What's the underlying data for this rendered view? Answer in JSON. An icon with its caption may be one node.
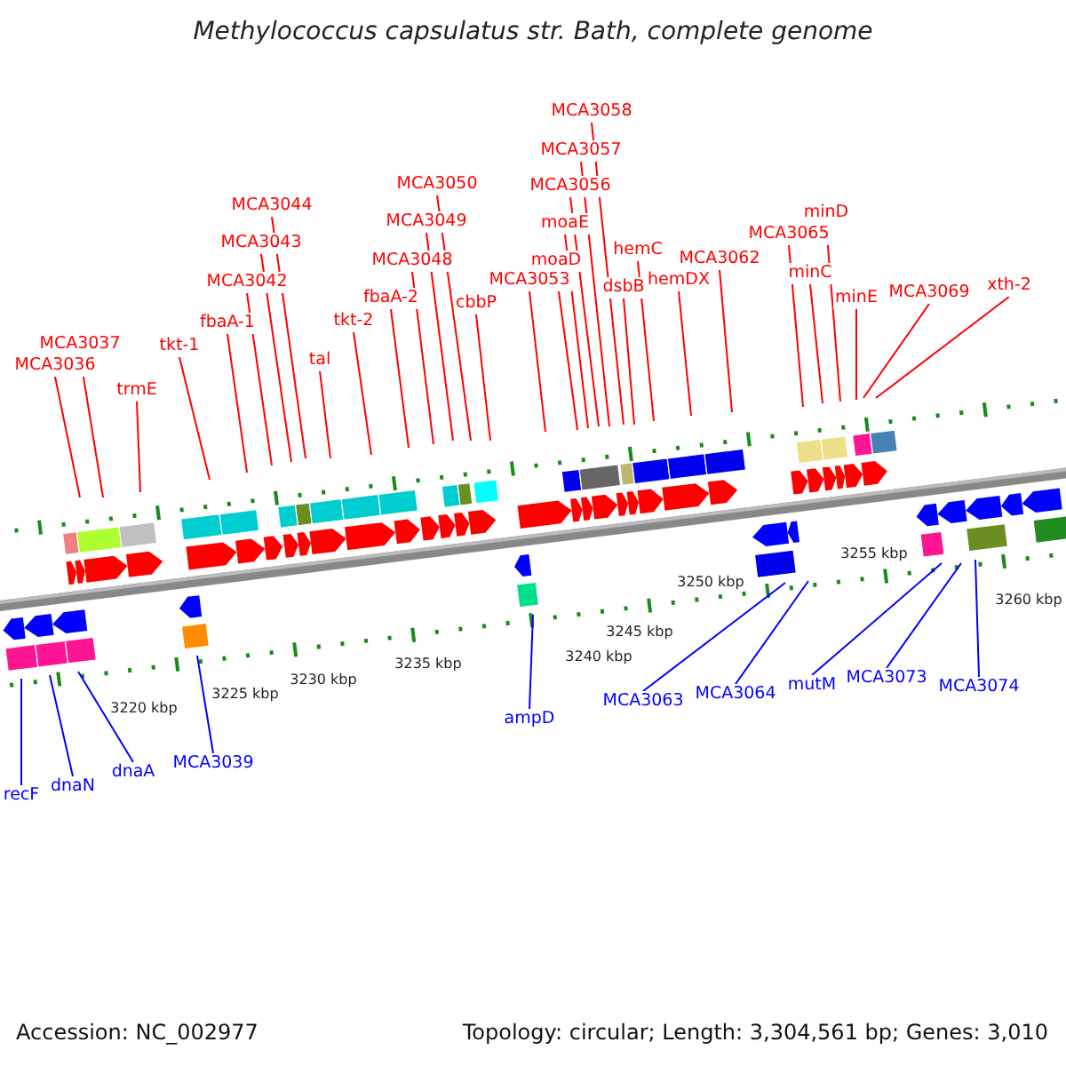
{
  "diagram": {
    "title": "Methylococcus capsulatus str. Bath, complete genome",
    "nodes": [
      {
        "text": [
          "MCA3036"
        ]
      },
      {
        "text": [
          "MCA3037"
        ]
      },
      {
        "text": [
          "trmE"
        ]
      },
      {
        "text": [
          "tkt-1"
        ]
      },
      {
        "text": [
          "fbaA-1"
        ]
      },
      {
        "text": [
          "MCA3042"
        ]
      },
      {
        "text": [
          "MCA3043"
        ]
      },
      {
        "text": [
          "MCA3044"
        ]
      },
      {
        "text": [
          "tal"
        ]
      },
      {
        "text": [
          "tkt-2"
        ]
      },
      {
        "text": [
          "fbaA-2"
        ]
      },
      {
        "text": [
          "MCA3048"
        ]
      },
      {
        "text": [
          "MCA3049"
        ]
      },
      {
        "text": [
          "MCA3050"
        ]
      },
      {
        "text": [
          "cbbP"
        ]
      },
      {
        "text": [
          "MCA3053"
        ]
      },
      {
        "text": [
          "moaD"
        ]
      },
      {
        "text": [
          "moaE"
        ]
      },
      {
        "text": [
          "MCA3056"
        ]
      },
      {
        "text": [
          "MCA3057"
        ]
      },
      {
        "text": [
          "MCA3058"
        ]
      },
      {
        "text": [
          "dsbB"
        ]
      },
      {
        "text": [
          "hemC"
        ]
      },
      {
        "text": [
          "hemDX"
        ]
      },
      {
        "text": [
          "MCA3062"
        ]
      },
      {
        "text": [
          "MCA3065"
        ]
      },
      {
        "text": [
          "minC"
        ]
      },
      {
        "text": [
          "minD"
        ]
      },
      {
        "text": [
          "minE"
        ]
      },
      {
        "text": [
          "MCA3069"
        ]
      },
      {
        "text": [
          "xth-2"
        ]
      },
      {
        "text": [
          "recF"
        ]
      },
      {
        "text": [
          "dnaN"
        ]
      },
      {
        "text": [
          "dnaA"
        ]
      },
      {
        "text": [
          "MCA3039"
        ]
      },
      {
        "text": [
          "ampD"
        ]
      },
      {
        "text": [
          "MCA3063"
        ]
      },
      {
        "text": [
          "MCA3064"
        ]
      },
      {
        "text": [
          "mutM"
        ]
      },
      {
        "text": [
          "MCA3073"
        ]
      },
      {
        "text": [
          "MCA3074"
        ]
      }
    ],
    "edges": [
      {
        "from": 0,
        "to": null,
        "arrow": "none"
      },
      {
        "from": 1,
        "to": null,
        "arrow": "none"
      },
      {
        "from": 2,
        "to": null,
        "arrow": "none"
      },
      {
        "from": 3,
        "to": null,
        "arrow": "none"
      },
      {
        "from": 4,
        "to": null,
        "arrow": "none"
      },
      {
        "from": 5,
        "to": null,
        "arrow": "none"
      },
      {
        "from": 6,
        "to": null,
        "arrow": "none"
      },
      {
        "from": 7,
        "to": null,
        "arrow": "none"
      },
      {
        "from": 8,
        "to": null,
        "arrow": "none"
      },
      {
        "from": 9,
        "to": null,
        "arrow": "none"
      },
      {
        "from": 10,
        "to": null,
        "arrow": "none"
      },
      {
        "from": 11,
        "to": null,
        "arrow": "none"
      },
      {
        "from": 12,
        "to": null,
        "arrow": "none"
      },
      {
        "from": 13,
        "to": null,
        "arrow": "none"
      },
      {
        "from": 14,
        "to": null,
        "arrow": "none"
      },
      {
        "from": 15,
        "to": null,
        "arrow": "none"
      },
      {
        "from": 16,
        "to": null,
        "arrow": "none"
      },
      {
        "from": 17,
        "to": null,
        "arrow": "none"
      },
      {
        "from": 18,
        "to": null,
        "arrow": "none"
      },
      {
        "from": 19,
        "to": null,
        "arrow": "none"
      },
      {
        "from": 20,
        "to": null,
        "arrow": "none"
      },
      {
        "from": 21,
        "to": null,
        "arrow": "none"
      },
      {
        "from": 22,
        "to": null,
        "arrow": "none"
      },
      {
        "from": 23,
        "to": null,
        "arrow": "none"
      },
      {
        "from": 24,
        "to": null,
        "arrow": "none"
      },
      {
        "from": 25,
        "to": null,
        "arrow": "none"
      },
      {
        "from": 26,
        "to": null,
        "arrow": "none"
      },
      {
        "from": 27,
        "to": null,
        "arrow": "none"
      },
      {
        "from": 28,
        "to": null,
        "arrow": "none"
      },
      {
        "from": 29,
        "to": null,
        "arrow": "none"
      },
      {
        "from": 30,
        "to": null,
        "arrow": "none"
      },
      {
        "from": 31,
        "to": null,
        "arrow": "none",
        "color": "#0000ff"
      },
      {
        "from": 32,
        "to": null,
        "arrow": "none",
        "color": "#0000ff"
      },
      {
        "from": 33,
        "to": null,
        "arrow": "none",
        "color": "#0000ff"
      },
      {
        "from": 34,
        "to": null,
        "arrow": "none",
        "color": "#0000ff"
      },
      {
        "from": 35,
        "to": null,
        "arrow": "none",
        "color": "#0000ff"
      },
      {
        "from": 36,
        "to": null,
        "arrow": "none",
        "color": "#0000ff"
      },
      {
        "from": 37,
        "to": null,
        "arrow": "none",
        "color": "#0000ff"
      },
      {
        "from": 38,
        "to": null,
        "arrow": "none",
        "color": "#0000ff"
      },
      {
        "from": 39,
        "to": null,
        "arrow": "none",
        "color": "#0000ff"
      },
      {
        "from": 40,
        "to": null,
        "arrow": "none",
        "color": "#0000ff"
      }
    ],
    "labels": [
      "3220 kbp",
      "3225 kbp",
      "3230 kbp",
      "3235 kbp",
      "3240 kbp",
      "3245 kbp",
      "3250 kbp",
      "3255 kbp",
      "3260 kbp",
      "Accession: NC_002977",
      "Topology: circular; Length: 3,304,561 bp; Genes: 3,010"
    ]
  }
}
